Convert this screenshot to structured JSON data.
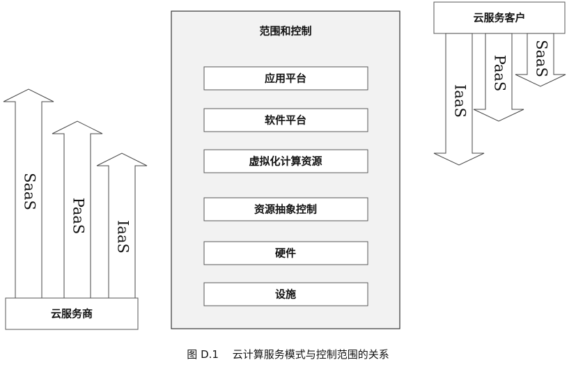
{
  "provider_label": "云服务商",
  "customer_label": "云服务客户",
  "left_arrows": [
    "SaaS",
    "PaaS",
    "IaaS"
  ],
  "right_arrows": [
    "IaaS",
    "PaaS",
    "SaaS"
  ],
  "scope": {
    "title": "范围和控制",
    "layers": [
      "应用平台",
      "软件平台",
      "虚拟化计算资源",
      "资源抽象控制",
      "硬件",
      "设施"
    ]
  },
  "caption": "图 D.1　 云计算服务模式与控制范围的关系"
}
